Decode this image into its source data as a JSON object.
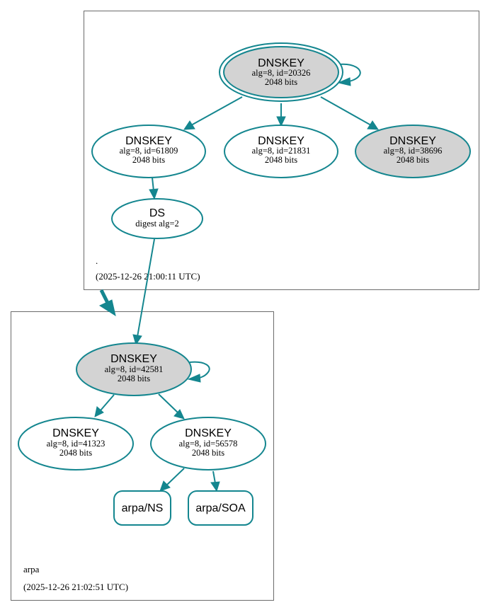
{
  "zones": {
    "root": {
      "name": ".",
      "timestamp": "(2025-12-26 21:00:11 UTC)"
    },
    "arpa": {
      "name": "arpa",
      "timestamp": "(2025-12-26 21:02:51 UTC)"
    }
  },
  "nodes": {
    "root_ksk": {
      "type": "DNSKEY",
      "line1": "alg=8, id=20326",
      "line2": "2048 bits"
    },
    "root_zsk_61809": {
      "type": "DNSKEY",
      "line1": "alg=8, id=61809",
      "line2": "2048 bits"
    },
    "root_zsk_21831": {
      "type": "DNSKEY",
      "line1": "alg=8, id=21831",
      "line2": "2048 bits"
    },
    "root_key_38696": {
      "type": "DNSKEY",
      "line1": "alg=8, id=38696",
      "line2": "2048 bits"
    },
    "arpa_ds": {
      "type": "DS",
      "line1": "digest alg=2"
    },
    "arpa_ksk": {
      "type": "DNSKEY",
      "line1": "alg=8, id=42581",
      "line2": "2048 bits"
    },
    "arpa_zsk_41323": {
      "type": "DNSKEY",
      "line1": "alg=8, id=41323",
      "line2": "2048 bits"
    },
    "arpa_zsk_56578": {
      "type": "DNSKEY",
      "line1": "alg=8, id=56578",
      "line2": "2048 bits"
    },
    "arpa_ns": {
      "label": "arpa/NS"
    },
    "arpa_soa": {
      "label": "arpa/SOA"
    }
  },
  "colors": {
    "edge": "#14868f",
    "sep_fill": "#d3d3d3",
    "node_fill": "#ffffff",
    "zone_border": "#6b6b6b"
  }
}
